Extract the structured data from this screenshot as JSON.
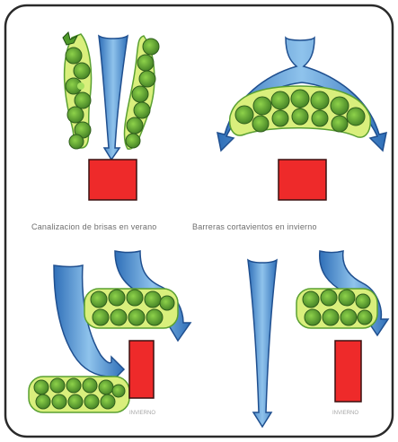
{
  "captions": {
    "left": "Canalizacion de brisas en verano",
    "right": "Barreras cortavientos en invierno"
  },
  "notes": {
    "left": "INVIERNO",
    "right": "INVIERNO"
  },
  "colors": {
    "frame": "#2a2a2a",
    "house": "#ee2a2a",
    "arrow": "#3d86cf",
    "tree": "#5ea035"
  }
}
